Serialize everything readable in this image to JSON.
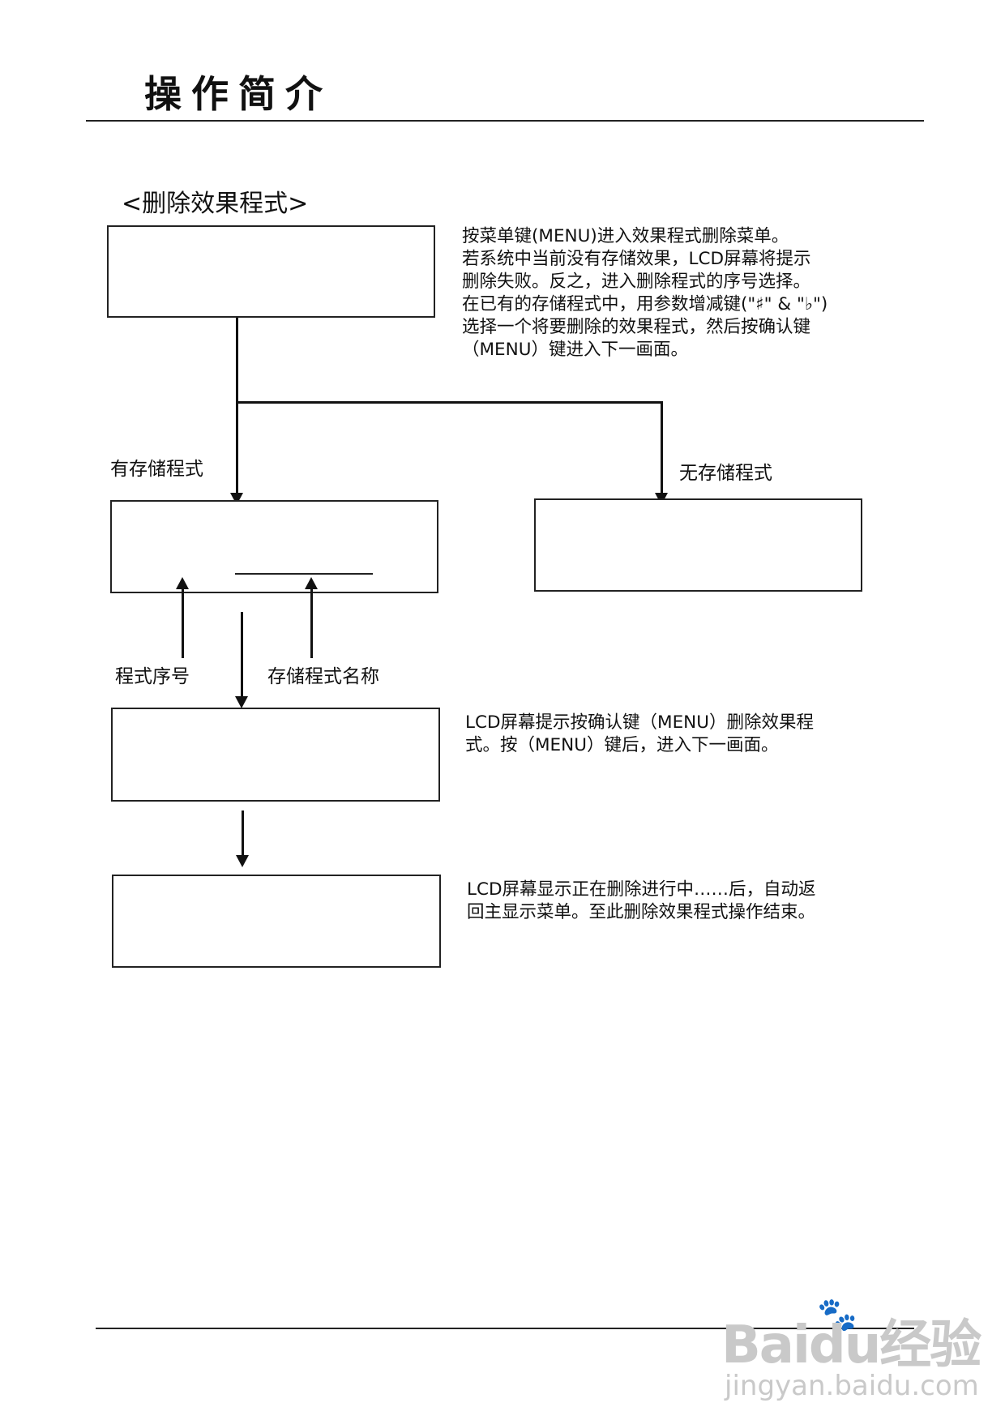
{
  "header": {
    "title": "操作简介"
  },
  "section": {
    "title": "<删除效果程式>"
  },
  "step1": {
    "lines": [
      "按菜单键(MENU)进入效果程式删除菜单。",
      "若系统中当前没有存储效果，LCD屏幕将提示",
      "删除失败。反之，进入删除程式的序号选择。",
      "在已有的存储程式中，用参数增减键(\"♯\" & \"♭\")",
      "选择一个将要删除的效果程式，然后按确认键",
      "（MENU）键进入下一画面。"
    ]
  },
  "branches": {
    "has_programs": "有存储程式",
    "no_programs": "无存储程式"
  },
  "labels": {
    "program_number": "程式序号",
    "program_name": "存储程式名称"
  },
  "step2": {
    "lines": [
      "LCD屏幕提示按确认键（MENU）删除效果程",
      "式。按（MENU）键后，进入下一画面。"
    ]
  },
  "step3": {
    "lines": [
      "LCD屏幕显示正在删除进行中……后，自动返",
      "回主显示菜单。至此删除效果程式操作结束。"
    ]
  },
  "watermark": {
    "logo": "Baidu经验",
    "url": "jingyan.baidu.com"
  }
}
